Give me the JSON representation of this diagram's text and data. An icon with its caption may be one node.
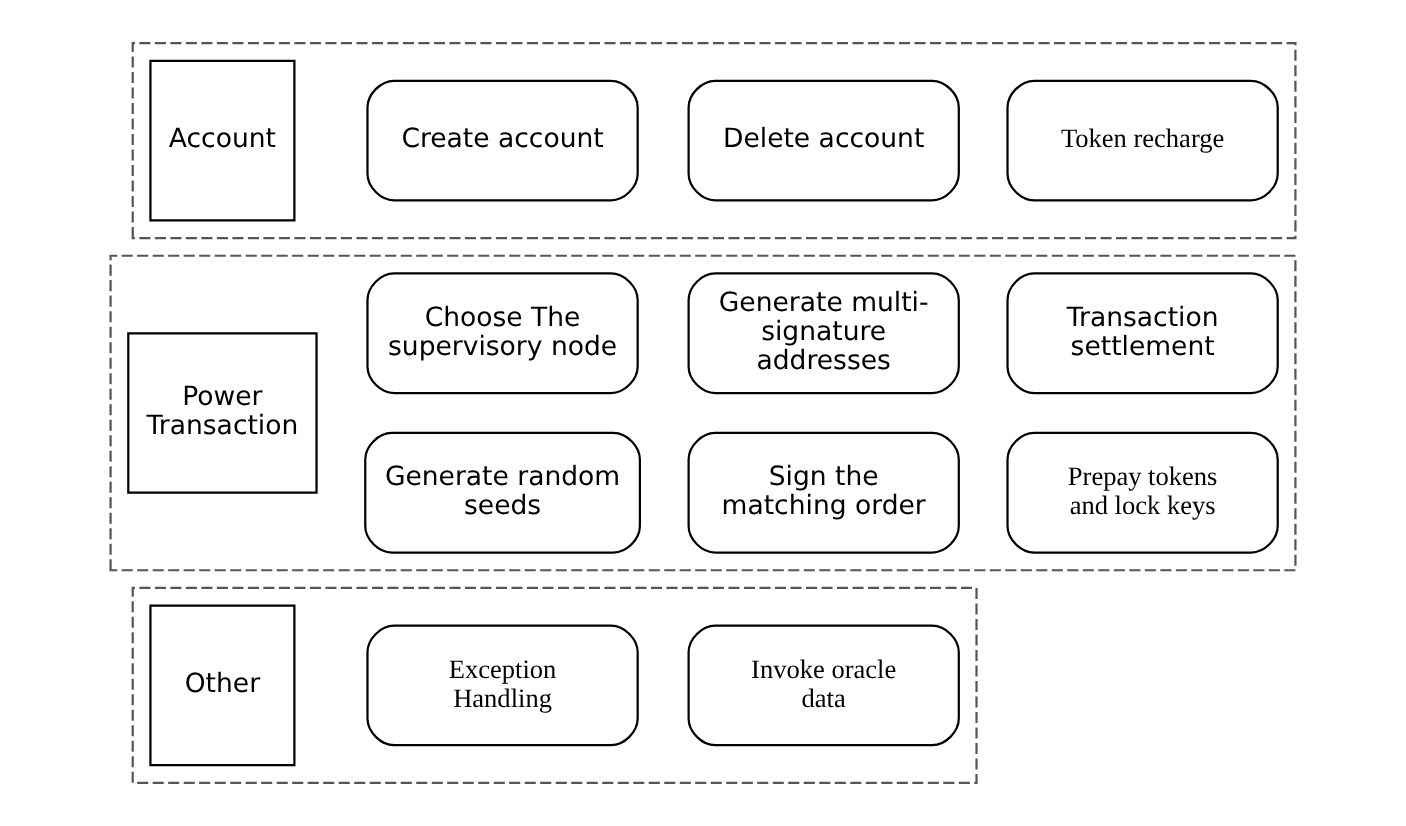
{
  "diagram": {
    "nodes": [
      {
        "text": [],
        "shape": "box"
      },
      {
        "text": [
          "Account"
        ],
        "in": 0
      },
      {
        "text": [
          "Create account"
        ],
        "in": 0
      },
      {
        "text": [
          "Delete account"
        ],
        "in": 0
      },
      {
        "text": [
          "Token recharge"
        ],
        "in": 0
      },
      {
        "text": [],
        "shape": "box"
      },
      {
        "text": [
          "Power Transaction"
        ],
        "in": 5
      },
      {
        "text": [
          "Generate random seeds"
        ],
        "in": 5
      },
      {
        "text": [
          "Sign the matching order"
        ],
        "in": 5
      },
      {
        "text": [
          "Prepay tokens and lock keys"
        ],
        "in": 5
      },
      {
        "text": [
          "Choose The supervisory node"
        ],
        "in": 5
      },
      {
        "text": [
          "Generate multi-signature addresses"
        ],
        "in": 5
      },
      {
        "text": [
          "Transaction settlement"
        ],
        "in": 5
      },
      {
        "text": [],
        "shape": "box"
      },
      {
        "text": [
          "Other"
        ],
        "in": 13
      },
      {
        "text": [
          "Exception Handling"
        ],
        "in": 13
      },
      {
        "text": [
          "Invoke oracle data"
        ],
        "in": 13
      }
    ]
  }
}
